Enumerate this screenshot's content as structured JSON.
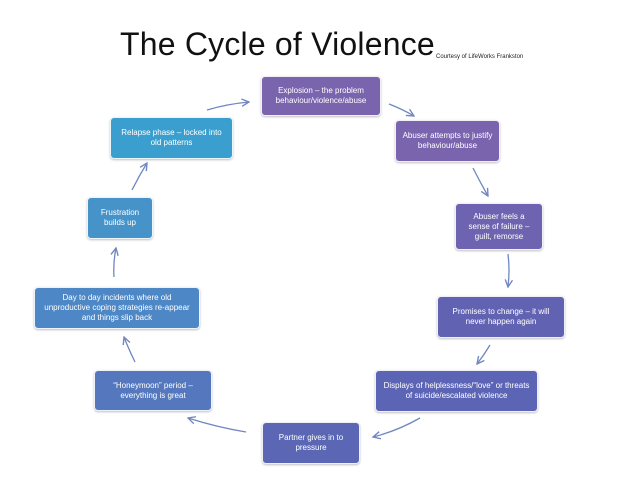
{
  "title": "The Cycle of Violence",
  "credit": "Courtesy of LifeWorks Frankston",
  "colors": {
    "purple": "#7a64ae",
    "indigo": "#5b67b4",
    "blue": "#4f82c4",
    "teal_blue": "#3a9fce",
    "arrow": "#6f86c2"
  },
  "steps": [
    {
      "id": "explosion",
      "label": "Explosion – the problem behaviour/violence/abuse",
      "color": "#7a64ae"
    },
    {
      "id": "justify",
      "label": "Abuser attempts to justify behaviour/abuse",
      "color": "#7a64ae"
    },
    {
      "id": "failure",
      "label": "Abuser feels a sense of failure – guilt, remorse",
      "color": "#6d63b0"
    },
    {
      "id": "promises",
      "label": "Promises to change – it will never happen again",
      "color": "#6262b3"
    },
    {
      "id": "helplessness",
      "label": "Displays of helplessness/“love” or threats of suicide/escalated violence",
      "color": "#5c64b5"
    },
    {
      "id": "gives-in",
      "label": "Partner gives in to pressure",
      "color": "#5b67b4"
    },
    {
      "id": "honeymoon",
      "label": "“Honeymoon” period – everything is great",
      "color": "#5477bd"
    },
    {
      "id": "incidents",
      "label": "Day to day incidents where old unproductive coping strategies re-appear and things slip back",
      "color": "#4d87c5"
    },
    {
      "id": "frustration",
      "label": "Frustration builds up",
      "color": "#4593c9"
    },
    {
      "id": "relapse",
      "label": "Relapse phase – locked into old patterns",
      "color": "#3a9fce"
    }
  ]
}
